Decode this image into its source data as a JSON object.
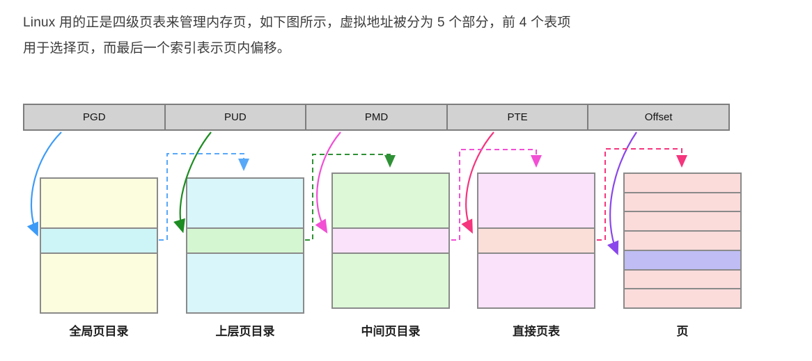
{
  "paragraph": {
    "line1": "Linux 用的正是四级页表来管理内存页，如下图所示，虚拟地址被分为 5 个部分，前 4 个表项",
    "line2": "用于选择页，而最后一个索引表示页内偏移。"
  },
  "header": {
    "cells": [
      {
        "label": "PGD"
      },
      {
        "label": "PUD"
      },
      {
        "label": "PMD"
      },
      {
        "label": "PTE"
      },
      {
        "label": "Offset"
      }
    ]
  },
  "tables": [
    {
      "label": "全局页目录",
      "body_color": "#fcfcdf",
      "highlight_color": "#cdf4f6",
      "highlight": "middle-row"
    },
    {
      "label": "上层页目录",
      "body_color": "#d9f6fa",
      "highlight_color": "#d4f6d0",
      "highlight": "middle-row"
    },
    {
      "label": "中间页目录",
      "body_color": "#ddf8d7",
      "highlight_color": "#f9e2fa",
      "highlight": "middle-row"
    },
    {
      "label": "直接页表",
      "body_color": "#f9e2fa",
      "highlight_color": "#fadfd8",
      "highlight": "middle-row"
    },
    {
      "label": "页",
      "row_color": "#fcdbdb",
      "highlight_color": "#bfbdf4",
      "rows": 7,
      "highlight_row_index": 4
    }
  ],
  "colors": {
    "header_fill": "#d2d2d2",
    "header_border": "#7d7d7d",
    "table_border": "#8a8a8a",
    "blue": "#3d9bf7",
    "blue_dashed": "#58a8f8",
    "green": "#1d8c22",
    "green_dashed": "#2f9135",
    "magenta": "#f24fd5",
    "pink": "#f5357d",
    "purple": "#8a46eb",
    "text": "#3c3c3c"
  }
}
